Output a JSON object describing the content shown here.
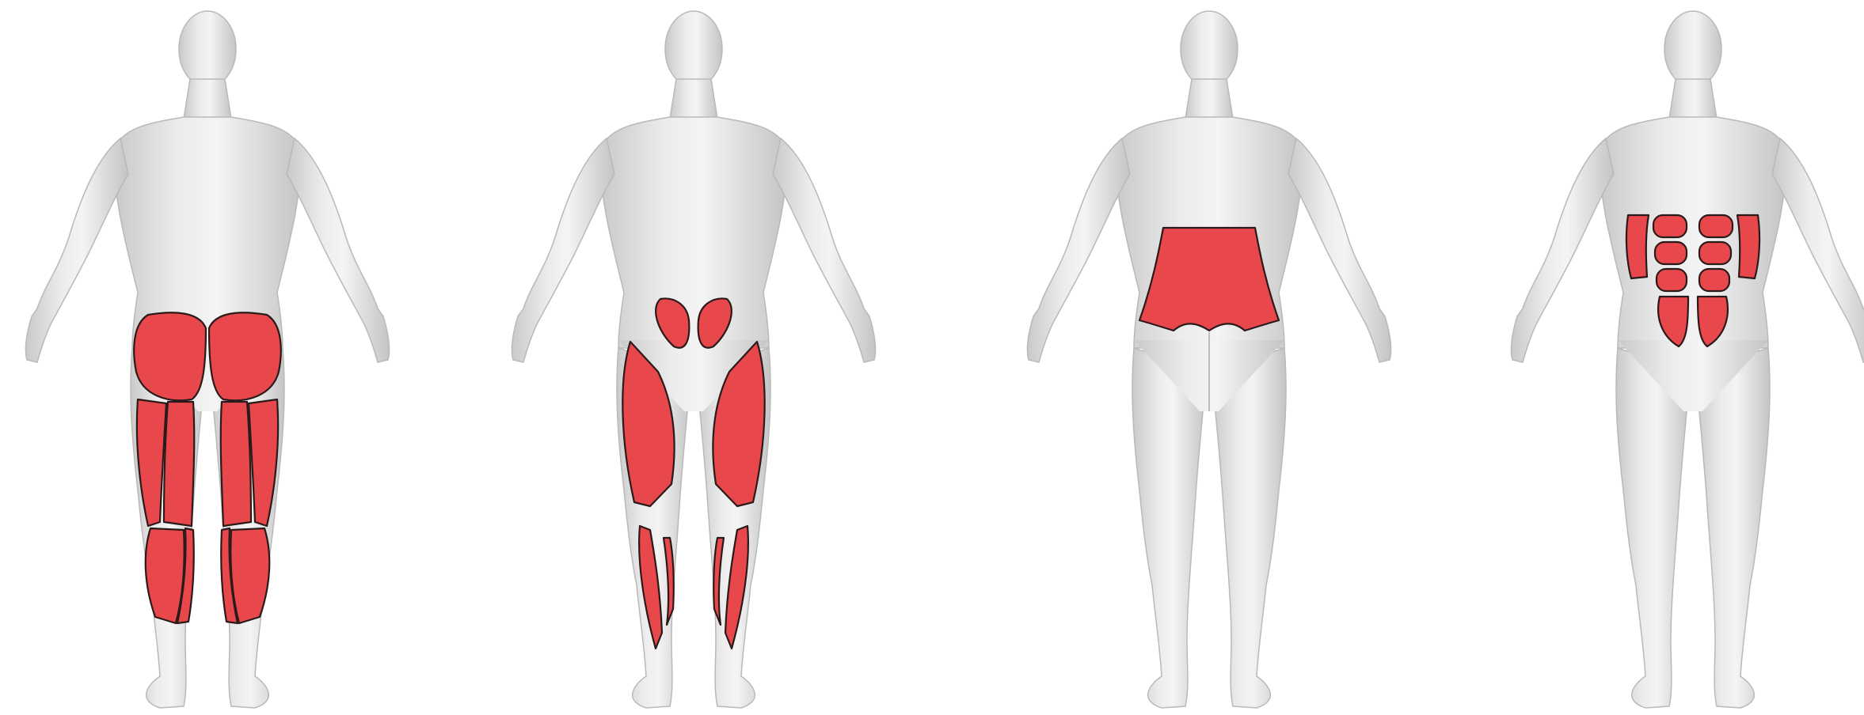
{
  "figures": [
    {
      "view": "back",
      "highlighted_muscles": [
        "gluteus-maximus",
        "hamstrings",
        "calves"
      ]
    },
    {
      "view": "front",
      "highlighted_muscles": [
        "hip-flexors",
        "quadriceps",
        "shins"
      ]
    },
    {
      "view": "back",
      "highlighted_muscles": [
        "lower-back"
      ]
    },
    {
      "view": "front",
      "highlighted_muscles": [
        "abdominals",
        "obliques"
      ]
    }
  ],
  "colors": {
    "muscle": "#e8474c",
    "muscle_outline": "#2b1a1a",
    "skin_light": "#f3f3f3",
    "skin_dark": "#c9c9c9",
    "background": "#ffffff"
  }
}
